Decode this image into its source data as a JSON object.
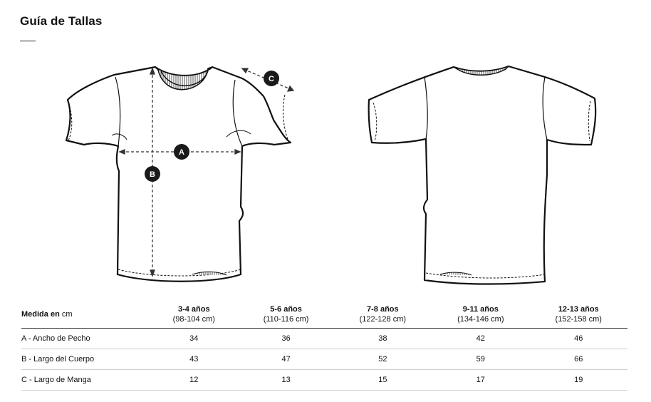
{
  "title": "Guía de Tallas",
  "markers": {
    "a": "A",
    "b": "B",
    "c": "C"
  },
  "table": {
    "header_label": "Medida en",
    "header_unit": "cm",
    "columns": [
      {
        "age": "3-4 años",
        "range": "(98-104 cm)"
      },
      {
        "age": "5-6 años",
        "range": "(110-116 cm)"
      },
      {
        "age": "7-8 años",
        "range": "(122-128 cm)"
      },
      {
        "age": "9-11 años",
        "range": "(134-146 cm)"
      },
      {
        "age": "12-13 años",
        "range": "(152-158 cm)"
      }
    ],
    "rows": [
      {
        "label": "A - Ancho de Pecho",
        "values": [
          "34",
          "36",
          "38",
          "42",
          "46"
        ]
      },
      {
        "label": "B - Largo del Cuerpo",
        "values": [
          "43",
          "47",
          "52",
          "59",
          "66"
        ]
      },
      {
        "label": "C - Largo de Manga",
        "values": [
          "12",
          "13",
          "15",
          "17",
          "19"
        ]
      }
    ]
  }
}
